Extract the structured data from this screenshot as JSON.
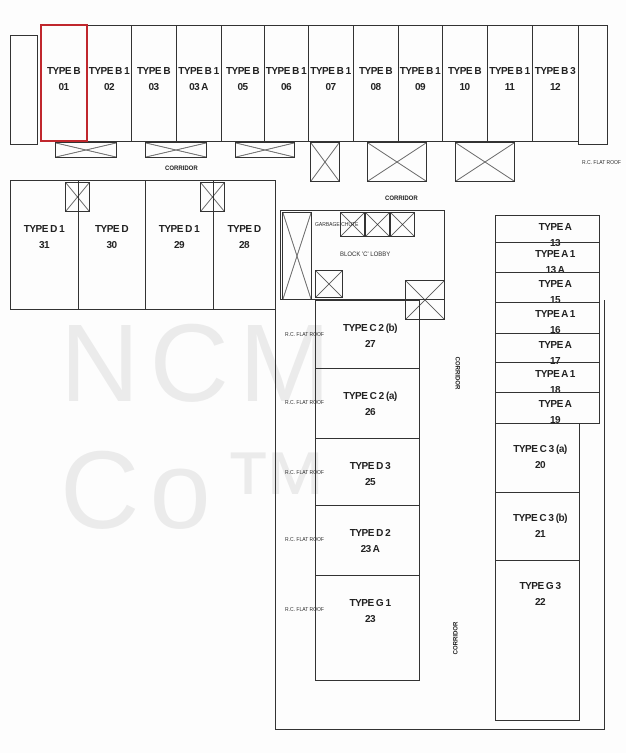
{
  "watermark": "NCM Co™",
  "top_row": [
    {
      "type": "TYPE B",
      "no": "01"
    },
    {
      "type": "TYPE B 1",
      "no": "02"
    },
    {
      "type": "TYPE B",
      "no": "03"
    },
    {
      "type": "TYPE B 1",
      "no": "03 A"
    },
    {
      "type": "TYPE B",
      "no": "05"
    },
    {
      "type": "TYPE B 1",
      "no": "06"
    },
    {
      "type": "TYPE B 1",
      "no": "07"
    },
    {
      "type": "TYPE B",
      "no": "08"
    },
    {
      "type": "TYPE B 1",
      "no": "09"
    },
    {
      "type": "TYPE B",
      "no": "10"
    },
    {
      "type": "TYPE B 1",
      "no": "11"
    },
    {
      "type": "TYPE B 3",
      "no": "12"
    }
  ],
  "left_row": [
    {
      "type": "TYPE D 1",
      "no": "31"
    },
    {
      "type": "TYPE D",
      "no": "30"
    },
    {
      "type": "TYPE D 1",
      "no": "29"
    },
    {
      "type": "TYPE D",
      "no": "28"
    }
  ],
  "center": [
    {
      "type": "TYPE C 2 (b)",
      "no": "27"
    },
    {
      "type": "TYPE C 2 (a)",
      "no": "26"
    },
    {
      "type": "TYPE D 3",
      "no": "25"
    },
    {
      "type": "TYPE D 2",
      "no": "23 A"
    },
    {
      "type": "TYPE G 1",
      "no": "23"
    }
  ],
  "right": [
    {
      "type": "TYPE A",
      "no": "13"
    },
    {
      "type": "TYPE A 1",
      "no": "13 A"
    },
    {
      "type": "TYPE A",
      "no": "15"
    },
    {
      "type": "TYPE A 1",
      "no": "16"
    },
    {
      "type": "TYPE A",
      "no": "17"
    },
    {
      "type": "TYPE A 1",
      "no": "18"
    },
    {
      "type": "TYPE A",
      "no": "19"
    }
  ],
  "right_large": [
    {
      "type": "TYPE C 3 (a)",
      "no": "20"
    },
    {
      "type": "TYPE C 3 (b)",
      "no": "21"
    },
    {
      "type": "TYPE G 3",
      "no": "22"
    }
  ],
  "corridor": "CORRIDOR",
  "flat_roof": "R.C. FLAT ROOF",
  "garbage": "GARBAGE CHUTE",
  "lobby": "BLOCK 'C' LOBBY",
  "highlight_color": "#c0272d"
}
